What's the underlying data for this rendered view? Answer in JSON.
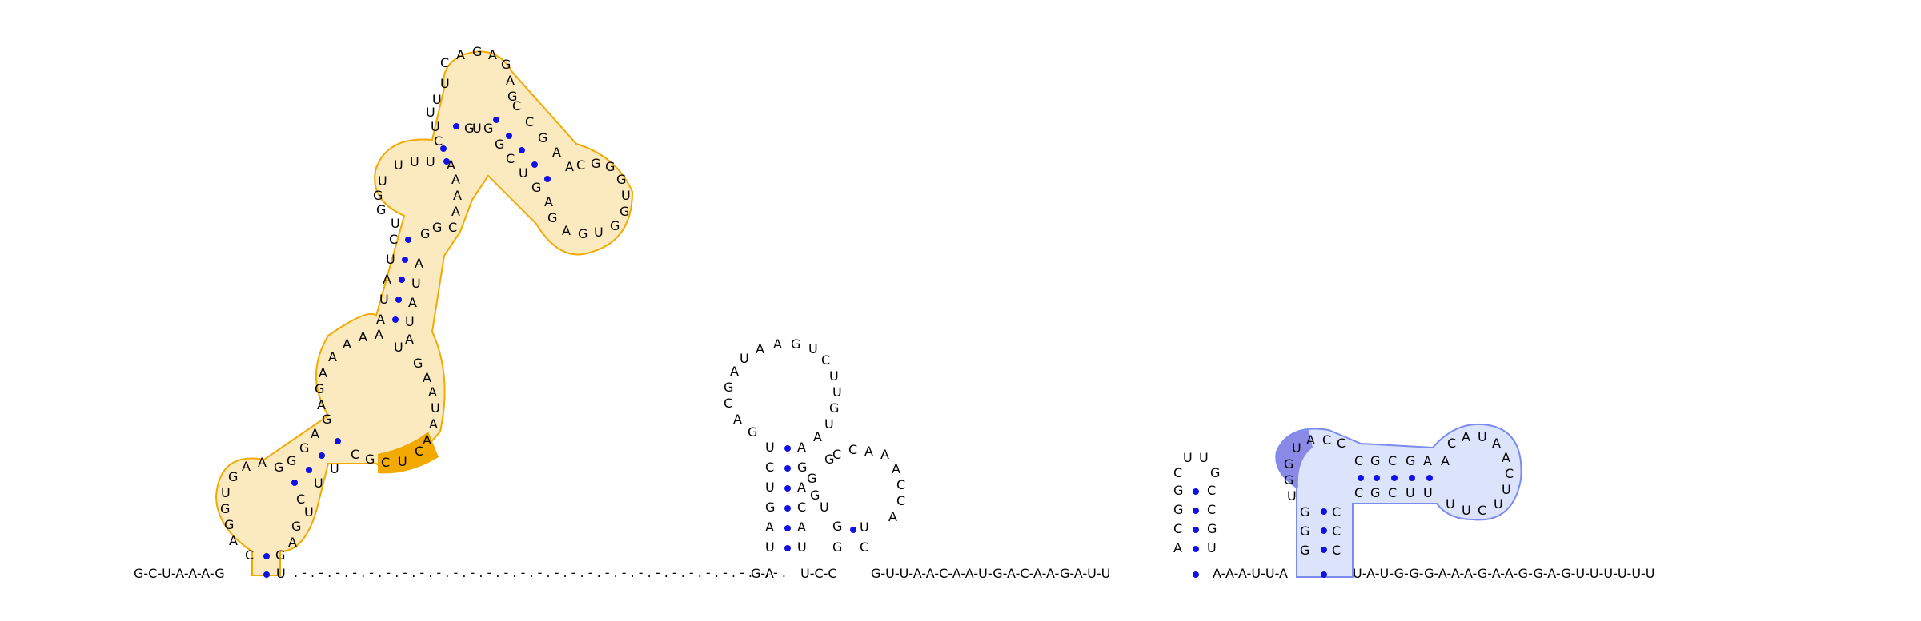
{
  "colors": {
    "base_pair_dot": "#1010e8",
    "orange_highlight": "#f2a900",
    "orange_fill": "#fbe9c0",
    "blue_highlight": "#7a8cf0",
    "blue_fill": "#dbe4fb",
    "blue_strong": "#8a8ae6"
  },
  "backbone": {
    "left": "G-C-U-A-A-A-G",
    "right_start": "G-A",
    "mid1": "U-C-C",
    "linker": "G-U-U-A-A-C-A-A-U-G-A-C-A-A-G-A-U-U",
    "linker2": "A-A-A-U-U-A",
    "tail": "U-A-U-G-G-G-A-A-A-G-A-A-G-G-A-G-U-U-U-U-U-U"
  },
  "dotted_region": ". - . - . - . - . - . - . - . - . - . - . - . - . - . - . - . - . - . - . - . - . - . - . - . - . - . - . - . - . - .",
  "small_hairpin": {
    "loop": [
      "C",
      "U",
      "U",
      "G"
    ],
    "left": [
      "G",
      "G",
      "C",
      "A"
    ],
    "right": [
      "C",
      "C",
      "G",
      "U"
    ]
  }
}
